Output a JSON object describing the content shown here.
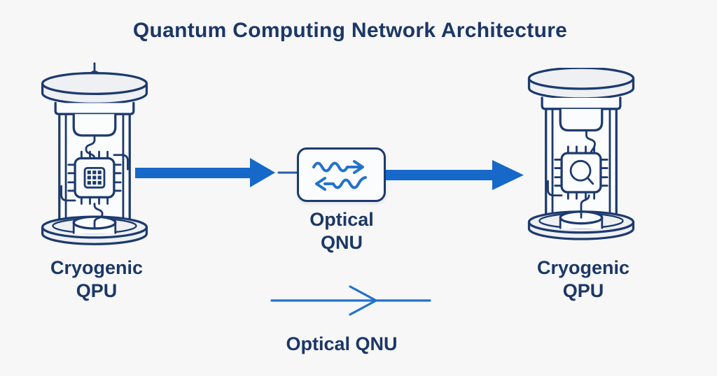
{
  "title": "Quantum Computing Network Architecture",
  "colors": {
    "background": "#f7f7f8",
    "navy": "#1c3a6e",
    "text_navy": "#1b3766",
    "arrow_blue": "#1668c9",
    "wave_blue": "#2272cc",
    "shape_fill": "#eef0f4",
    "box_fill": "#fbfcfd",
    "connector": "#2a5ca8"
  },
  "nodes": {
    "left_qpu": {
      "icon": "cryostat-dewar-chip-icon",
      "label_line1": "Cryogenic",
      "label_line2": "QPU"
    },
    "optical_qnu": {
      "icon": "optical-wave-arrows-icon",
      "label_line1": "Optical",
      "label_line2": "QNU"
    },
    "right_qpu": {
      "icon": "cryostat-dewar-magnifier-chip-icon",
      "label_line1": "Cryogenic",
      "label_line2": "QPU"
    }
  },
  "connections": {
    "left_to_qnu": {
      "icon": "thick-right-arrow"
    },
    "qnu_to_right": {
      "icon": "thick-right-arrow"
    }
  },
  "legend": {
    "icon": "line-right-arrow",
    "label": "Optical QNU"
  }
}
